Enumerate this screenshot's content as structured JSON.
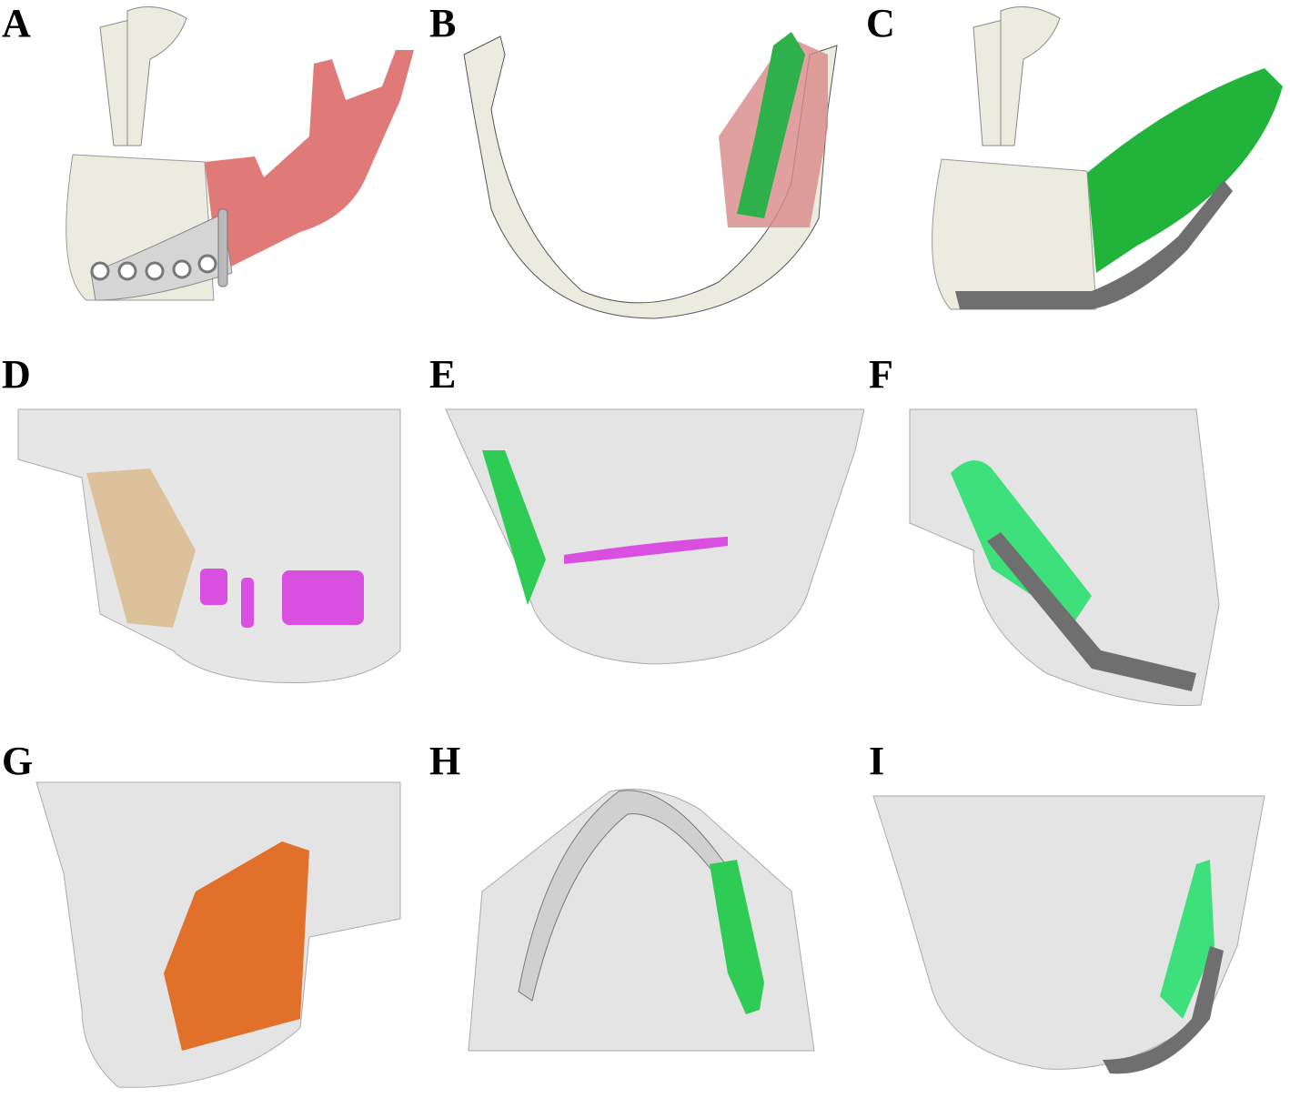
{
  "figure": {
    "panels": [
      {
        "id": "A",
        "label": "A",
        "description": "Mandible with resected region in red and 3D-printed implant"
      },
      {
        "id": "B",
        "label": "B",
        "description": "Superior view of mandible with red defect region and green graft"
      },
      {
        "id": "C",
        "label": "C",
        "description": "Mandible with green graft and grey reconstruction plate"
      },
      {
        "id": "D",
        "label": "D",
        "description": "Skull lateral view with tan transparent ramus and magenta teeth"
      },
      {
        "id": "E",
        "label": "E",
        "description": "Frontal skull view with green graft and magenta occlusal line"
      },
      {
        "id": "F",
        "label": "F",
        "description": "Oblique skull view with green graft and grey plate"
      },
      {
        "id": "G",
        "label": "G",
        "description": "Oblique skull view with orange tumor region"
      },
      {
        "id": "H",
        "label": "H",
        "description": "Inferior skull view with green graft"
      },
      {
        "id": "I",
        "label": "I",
        "description": "Frontal skull view with green graft and grey plate"
      }
    ],
    "colors": {
      "bone": "#ecebdf",
      "bone_grey": "#d9d9d9",
      "resection_red": "#e07a78",
      "graft_green": "#2ecc55",
      "graft_green_light": "#3de07a",
      "plate_grey": "#6f6f6f",
      "tooth_magenta": "#d94fe0",
      "ramus_tan": "#d9b887",
      "tumor_orange": "#e0702a"
    }
  }
}
